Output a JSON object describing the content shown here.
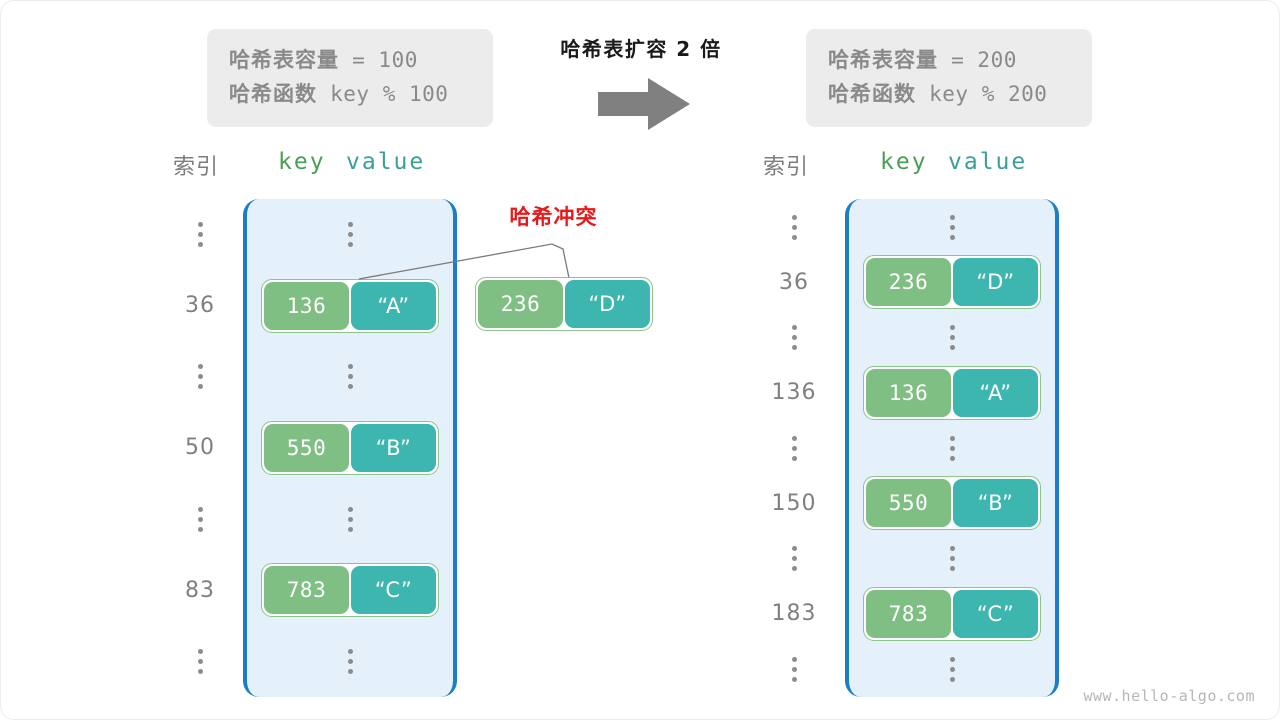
{
  "watermark": "www.hello-algo.com",
  "transform": {
    "label": "哈希表扩容 2 倍",
    "arrow_icon": "right-arrow-icon"
  },
  "before": {
    "info": {
      "capacity_label": "哈希表容量",
      "capacity_expr": " = 100",
      "hashfn_label": "哈希函数",
      "hashfn_expr": " key % 100"
    },
    "headers": {
      "index": "索引",
      "key": "key",
      "value": "value"
    },
    "rows": [
      {
        "index": "⋮",
        "type": "ellipsis"
      },
      {
        "index": "36",
        "type": "entry",
        "key": "136",
        "value": "“A”"
      },
      {
        "index": "⋮",
        "type": "ellipsis"
      },
      {
        "index": "50",
        "type": "entry",
        "key": "550",
        "value": "“B”"
      },
      {
        "index": "⋮",
        "type": "ellipsis"
      },
      {
        "index": "83",
        "type": "entry",
        "key": "783",
        "value": "“C”"
      },
      {
        "index": "⋮",
        "type": "ellipsis"
      }
    ],
    "floating_entry": {
      "key": "236",
      "value": "“D”"
    },
    "collision_label": "哈希冲突"
  },
  "after": {
    "info": {
      "capacity_label": "哈希表容量",
      "capacity_expr": " = 200",
      "hashfn_label": "哈希函数",
      "hashfn_expr": " key % 200"
    },
    "headers": {
      "index": "索引",
      "key": "key",
      "value": "value"
    },
    "rows": [
      {
        "index": "⋮",
        "type": "ellipsis"
      },
      {
        "index": "36",
        "type": "entry",
        "key": "236",
        "value": "“D”"
      },
      {
        "index": "⋮",
        "type": "ellipsis"
      },
      {
        "index": "136",
        "type": "entry",
        "key": "136",
        "value": "“A”"
      },
      {
        "index": "⋮",
        "type": "ellipsis"
      },
      {
        "index": "150",
        "type": "entry",
        "key": "550",
        "value": "“B”"
      },
      {
        "index": "⋮",
        "type": "ellipsis"
      },
      {
        "index": "183",
        "type": "entry",
        "key": "783",
        "value": "“C”"
      },
      {
        "index": "⋮",
        "type": "ellipsis"
      }
    ]
  },
  "colors": {
    "key_cell": "#80bf84",
    "value_cell": "#3cb6ae",
    "array_fill": "#e4f0fa",
    "array_border": "#1b7ec7",
    "collision_red": "#e8191b",
    "arrow_gray": "#808080",
    "info_box": "#ececec"
  }
}
